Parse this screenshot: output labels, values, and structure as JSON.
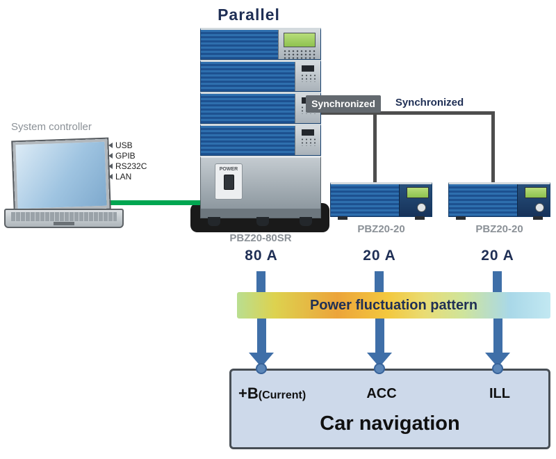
{
  "colors": {
    "navy": "#1f2f55",
    "arrow-blue": "#3f6fa8",
    "cable-green": "#00a651",
    "cable-gray": "#4d4d4d",
    "label-gray": "#8b9197",
    "box-fill": "#cdd9ea",
    "box-border": "#474e55"
  },
  "parallel_label": "Parallel",
  "controller": {
    "label": "System controller",
    "interfaces": [
      "USB",
      "GPIB",
      "RS232C",
      "LAN"
    ]
  },
  "rack": {
    "model": "PBZ20-80SR",
    "output": "80 A",
    "power_label": "POWER"
  },
  "psu1": {
    "model": "PBZ20-20",
    "output": "20 A",
    "sync_label": "Synchronized"
  },
  "psu2": {
    "model": "PBZ20-20",
    "output": "20 A",
    "sync_label": "Synchronized"
  },
  "pattern_bar": {
    "label": "Power fluctuation pattern"
  },
  "car_navigation": {
    "title": "Car navigation",
    "input1_main": "+B",
    "input1_sub": "(Current)",
    "input2": "ACC",
    "input3": "ILL"
  }
}
